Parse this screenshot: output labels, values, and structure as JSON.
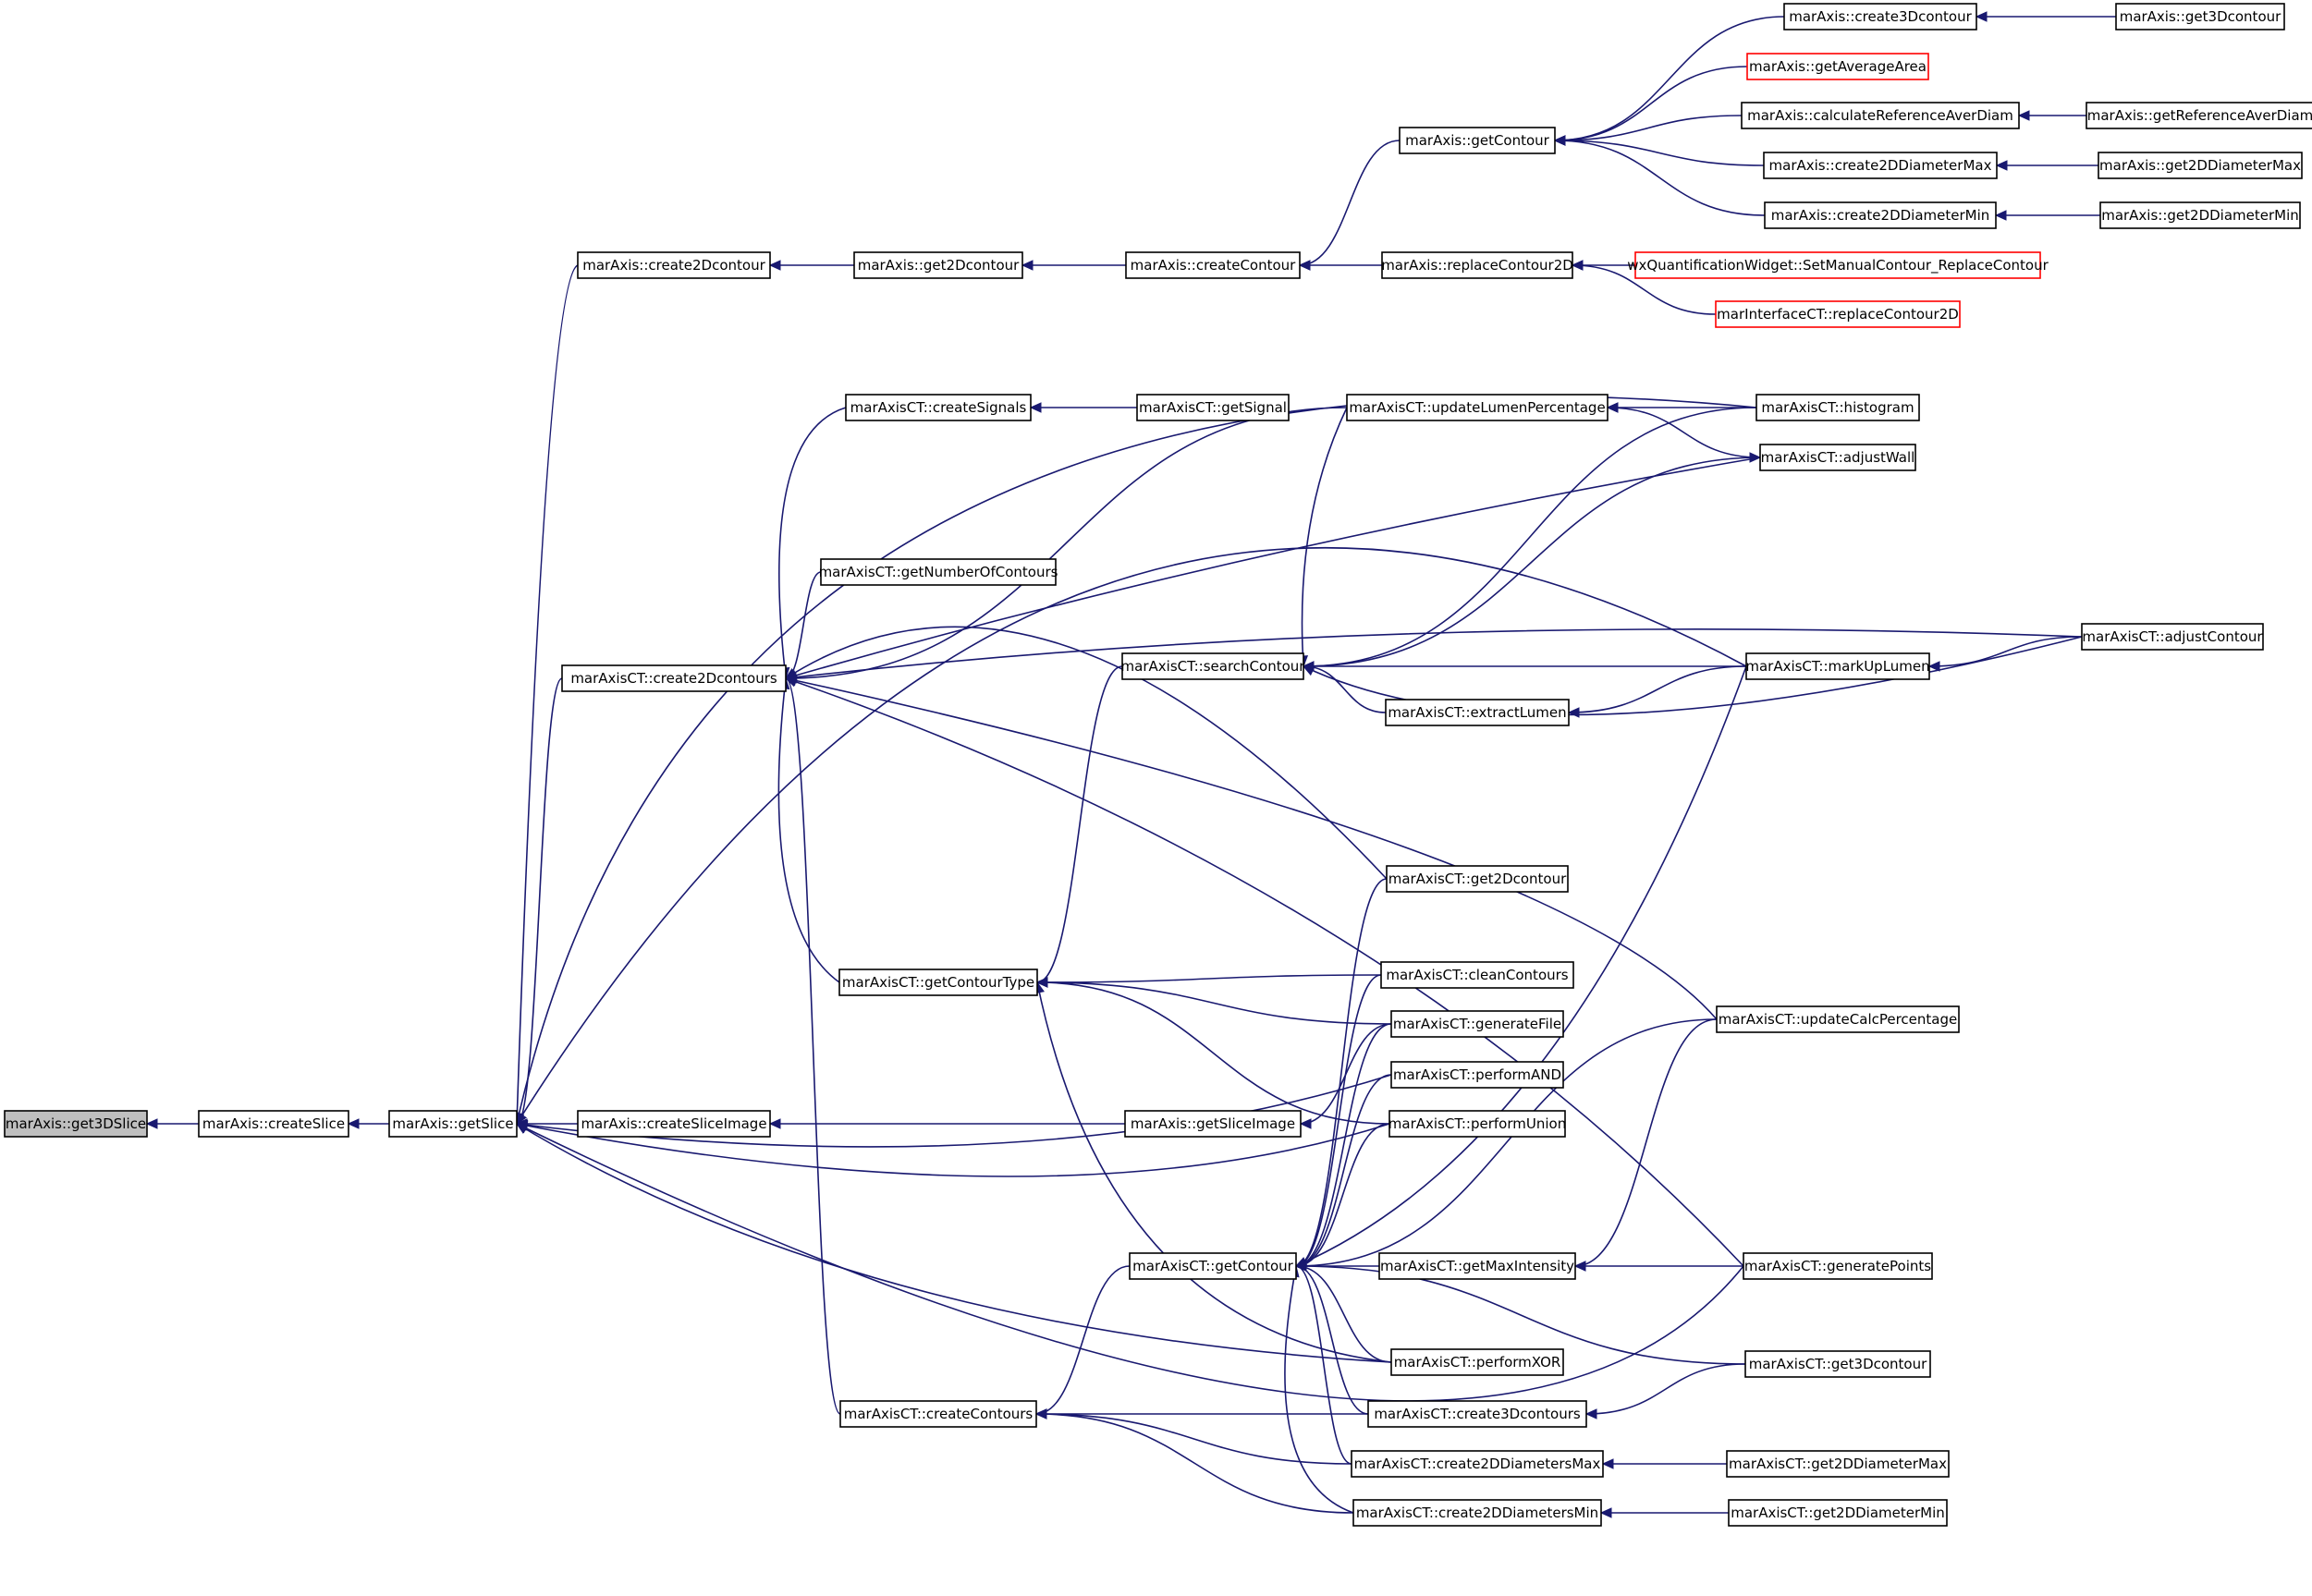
{
  "diagram": {
    "type": "caller-graph",
    "colors": {
      "edge": "#191970",
      "root_fill": "#bfbfbf",
      "truncated_border": "#ff0000",
      "node_border": "#000000"
    },
    "nodes": [
      {
        "id": "n_get3DSlice",
        "label": "marAxis::get3DSlice",
        "root": true
      },
      {
        "id": "n_createSlice",
        "label": "marAxis::createSlice"
      },
      {
        "id": "n_getSlice",
        "label": "marAxis::getSlice"
      },
      {
        "id": "n_create2Dcontour",
        "label": "marAxis::create2Dcontour"
      },
      {
        "id": "n_get2Dcontour",
        "label": "marAxis::get2Dcontour"
      },
      {
        "id": "n_createContour",
        "label": "marAxis::createContour"
      },
      {
        "id": "n_getContour",
        "label": "marAxis::getContour"
      },
      {
        "id": "n_create3Dcontour",
        "label": "marAxis::create3Dcontour"
      },
      {
        "id": "n_get3Dcontour",
        "label": "marAxis::get3Dcontour"
      },
      {
        "id": "n_getAverageArea",
        "label": "marAxis::getAverageArea",
        "truncated": true
      },
      {
        "id": "n_calcRefAverDiam",
        "label": "marAxis::calculateReferenceAverDiam"
      },
      {
        "id": "n_getRefAverDiam",
        "label": "marAxis::getReferenceAverDiam"
      },
      {
        "id": "n_create2DDiameterMax",
        "label": "marAxis::create2DDiameterMax"
      },
      {
        "id": "n_get2DDiameterMax",
        "label": "marAxis::get2DDiameterMax"
      },
      {
        "id": "n_create2DDiameterMin",
        "label": "marAxis::create2DDiameterMin"
      },
      {
        "id": "n_get2DDiameterMin",
        "label": "marAxis::get2DDiameterMin"
      },
      {
        "id": "n_replaceContour2D",
        "label": "marAxis::replaceContour2D"
      },
      {
        "id": "n_wxSetManual",
        "label": "wxQuantificationWidget::SetManualContour_ReplaceContour",
        "truncated": true
      },
      {
        "id": "n_marIfReplace",
        "label": "marInterfaceCT::replaceContour2D",
        "truncated": true
      },
      {
        "id": "n_createSignals",
        "label": "marAxisCT::createSignals"
      },
      {
        "id": "n_getSignal",
        "label": "marAxisCT::getSignal"
      },
      {
        "id": "n_updateLumen",
        "label": "marAxisCT::updateLumenPercentage"
      },
      {
        "id": "n_histogram",
        "label": "marAxisCT::histogram"
      },
      {
        "id": "n_adjustWall",
        "label": "marAxisCT::adjustWall"
      },
      {
        "id": "n_getNumberOfContours",
        "label": "marAxisCT::getNumberOfContours"
      },
      {
        "id": "n_create2Dcontours",
        "label": "marAxisCT::create2Dcontours"
      },
      {
        "id": "n_searchContour",
        "label": "marAxisCT::searchContour"
      },
      {
        "id": "n_adjustContour",
        "label": "marAxisCT::adjustContour"
      },
      {
        "id": "n_markUpLumen",
        "label": "marAxisCT::markUpLumen"
      },
      {
        "id": "n_extractLumen",
        "label": "marAxisCT::extractLumen"
      },
      {
        "id": "n_get2DcontourCT",
        "label": "marAxisCT::get2Dcontour"
      },
      {
        "id": "n_getContourType",
        "label": "marAxisCT::getContourType"
      },
      {
        "id": "n_cleanContours",
        "label": "marAxisCT::cleanContours"
      },
      {
        "id": "n_generateFile",
        "label": "marAxisCT::generateFile"
      },
      {
        "id": "n_updateCalc",
        "label": "marAxisCT::updateCalcPercentage"
      },
      {
        "id": "n_performAND",
        "label": "marAxisCT::performAND"
      },
      {
        "id": "n_createSliceImage",
        "label": "marAxis::createSliceImage"
      },
      {
        "id": "n_getSliceImage",
        "label": "marAxis::getSliceImage"
      },
      {
        "id": "n_performUnion",
        "label": "marAxisCT::performUnion"
      },
      {
        "id": "n_getContourCT",
        "label": "marAxisCT::getContour"
      },
      {
        "id": "n_getMaxIntensity",
        "label": "marAxisCT::getMaxIntensity"
      },
      {
        "id": "n_generatePoints",
        "label": "marAxisCT::generatePoints"
      },
      {
        "id": "n_performXOR",
        "label": "marAxisCT::performXOR"
      },
      {
        "id": "n_get3DcontourCT",
        "label": "marAxisCT::get3Dcontour"
      },
      {
        "id": "n_createContoursCT",
        "label": "marAxisCT::createContours"
      },
      {
        "id": "n_create3DcontoursCT",
        "label": "marAxisCT::create3Dcontours"
      },
      {
        "id": "n_create2DDiametersMax",
        "label": "marAxisCT::create2DDiametersMax"
      },
      {
        "id": "n_get2DDiameterMaxCT",
        "label": "marAxisCT::get2DDiameterMax"
      },
      {
        "id": "n_create2DDiametersMin",
        "label": "marAxisCT::create2DDiametersMin"
      },
      {
        "id": "n_get2DDiameterMinCT",
        "label": "marAxisCT::get2DDiameterMin"
      }
    ],
    "edges": [
      {
        "from": "n_get3DSlice",
        "to": "n_createSlice"
      },
      {
        "from": "n_createSlice",
        "to": "n_getSlice"
      },
      {
        "from": "n_getSlice",
        "to": "n_create2Dcontour"
      },
      {
        "from": "n_getSlice",
        "to": "n_create2Dcontours"
      },
      {
        "from": "n_getSlice",
        "to": "n_createSliceImage"
      },
      {
        "from": "n_getSlice",
        "to": "n_histogram"
      },
      {
        "from": "n_getSlice",
        "to": "n_markUpLumen"
      },
      {
        "from": "n_getSlice",
        "to": "n_performAND"
      },
      {
        "from": "n_getSlice",
        "to": "n_performUnion"
      },
      {
        "from": "n_getSlice",
        "to": "n_performXOR"
      },
      {
        "from": "n_getSlice",
        "to": "n_generatePoints"
      },
      {
        "from": "n_create2Dcontour",
        "to": "n_get2Dcontour"
      },
      {
        "from": "n_get2Dcontour",
        "to": "n_createContour"
      },
      {
        "from": "n_createContour",
        "to": "n_getContour"
      },
      {
        "from": "n_createContour",
        "to": "n_replaceContour2D"
      },
      {
        "from": "n_getContour",
        "to": "n_create3Dcontour"
      },
      {
        "from": "n_getContour",
        "to": "n_getAverageArea"
      },
      {
        "from": "n_getContour",
        "to": "n_calcRefAverDiam"
      },
      {
        "from": "n_getContour",
        "to": "n_create2DDiameterMax"
      },
      {
        "from": "n_getContour",
        "to": "n_create2DDiameterMin"
      },
      {
        "from": "n_create3Dcontour",
        "to": "n_get3Dcontour"
      },
      {
        "from": "n_calcRefAverDiam",
        "to": "n_getRefAverDiam"
      },
      {
        "from": "n_create2DDiameterMax",
        "to": "n_get2DDiameterMax"
      },
      {
        "from": "n_create2DDiameterMin",
        "to": "n_get2DDiameterMin"
      },
      {
        "from": "n_replaceContour2D",
        "to": "n_wxSetManual"
      },
      {
        "from": "n_replaceContour2D",
        "to": "n_marIfReplace"
      },
      {
        "from": "n_create2Dcontours",
        "to": "n_createSignals"
      },
      {
        "from": "n_create2Dcontours",
        "to": "n_updateLumen"
      },
      {
        "from": "n_create2Dcontours",
        "to": "n_adjustWall"
      },
      {
        "from": "n_create2Dcontours",
        "to": "n_getNumberOfContours"
      },
      {
        "from": "n_create2Dcontours",
        "to": "n_adjustContour"
      },
      {
        "from": "n_create2Dcontours",
        "to": "n_get2DcontourCT"
      },
      {
        "from": "n_create2Dcontours",
        "to": "n_getContourType"
      },
      {
        "from": "n_create2Dcontours",
        "to": "n_updateCalc"
      },
      {
        "from": "n_create2Dcontours",
        "to": "n_generatePoints"
      },
      {
        "from": "n_create2Dcontours",
        "to": "n_createContoursCT"
      },
      {
        "from": "n_createSignals",
        "to": "n_getSignal"
      },
      {
        "from": "n_updateLumen",
        "to": "n_histogram"
      },
      {
        "from": "n_updateLumen",
        "to": "n_adjustWall"
      },
      {
        "from": "n_adjustWall",
        "to": "n_searchContour"
      },
      {
        "from": "n_searchContour",
        "to": "n_updateLumen"
      },
      {
        "from": "n_searchContour",
        "to": "n_histogram"
      },
      {
        "from": "n_searchContour",
        "to": "n_adjustContour"
      },
      {
        "from": "n_searchContour",
        "to": "n_markUpLumen"
      },
      {
        "from": "n_searchContour",
        "to": "n_extractLumen"
      },
      {
        "from": "n_extractLumen",
        "to": "n_markUpLumen"
      },
      {
        "from": "n_markUpLumen",
        "to": "n_adjustContour"
      },
      {
        "from": "n_getContourType",
        "to": "n_searchContour"
      },
      {
        "from": "n_getContourType",
        "to": "n_cleanContours"
      },
      {
        "from": "n_getContourType",
        "to": "n_generateFile"
      },
      {
        "from": "n_getContourType",
        "to": "n_performUnion"
      },
      {
        "from": "n_getContourType",
        "to": "n_performXOR"
      },
      {
        "from": "n_createSliceImage",
        "to": "n_getSliceImage"
      },
      {
        "from": "n_getSliceImage",
        "to": "n_generateFile"
      },
      {
        "from": "n_getContourCT",
        "to": "n_get2DcontourCT"
      },
      {
        "from": "n_getContourCT",
        "to": "n_cleanContours"
      },
      {
        "from": "n_getContourCT",
        "to": "n_generateFile"
      },
      {
        "from": "n_getContourCT",
        "to": "n_performAND"
      },
      {
        "from": "n_getContourCT",
        "to": "n_performUnion"
      },
      {
        "from": "n_getContourCT",
        "to": "n_markUpLumen"
      },
      {
        "from": "n_getContourCT",
        "to": "n_updateCalc"
      },
      {
        "from": "n_getContourCT",
        "to": "n_getMaxIntensity"
      },
      {
        "from": "n_getContourCT",
        "to": "n_performXOR"
      },
      {
        "from": "n_getContourCT",
        "to": "n_get3DcontourCT"
      },
      {
        "from": "n_getContourCT",
        "to": "n_create3DcontoursCT"
      },
      {
        "from": "n_getContourCT",
        "to": "n_create2DDiametersMax"
      },
      {
        "from": "n_getContourCT",
        "to": "n_create2DDiametersMin"
      },
      {
        "from": "n_getMaxIntensity",
        "to": "n_updateCalc"
      },
      {
        "from": "n_getMaxIntensity",
        "to": "n_generatePoints"
      },
      {
        "from": "n_createContoursCT",
        "to": "n_getContourCT"
      },
      {
        "from": "n_createContoursCT",
        "to": "n_create3DcontoursCT"
      },
      {
        "from": "n_createContoursCT",
        "to": "n_create2DDiametersMax"
      },
      {
        "from": "n_createContoursCT",
        "to": "n_create2DDiametersMin"
      },
      {
        "from": "n_create3DcontoursCT",
        "to": "n_get3DcontourCT"
      },
      {
        "from": "n_create2DDiametersMax",
        "to": "n_get2DDiameterMaxCT"
      },
      {
        "from": "n_create2DDiametersMin",
        "to": "n_get2DDiameterMinCT"
      }
    ]
  }
}
